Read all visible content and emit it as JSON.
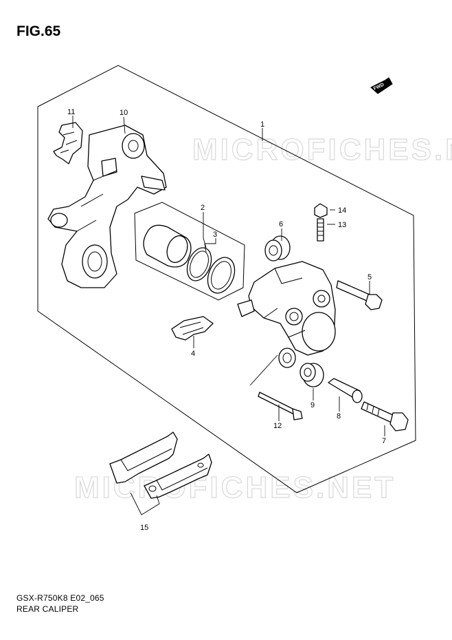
{
  "figure": {
    "title": "FIG.65",
    "model_code": "GSX-R750K8 E02_065",
    "section_name": "REAR CALIPER",
    "direction_marker": "FWD"
  },
  "watermark": {
    "text_top": "MICROFICHES.NET",
    "text_bottom": "MICROFICHES.NET"
  },
  "callouts": {
    "c1": "1",
    "c2": "2",
    "c3": "3",
    "c4": "4",
    "c5": "5",
    "c6": "6",
    "c7": "7",
    "c8": "8",
    "c9": "9",
    "c10": "10",
    "c11": "11",
    "c12": "12",
    "c13": "13",
    "c14": "14",
    "c15": "15"
  }
}
